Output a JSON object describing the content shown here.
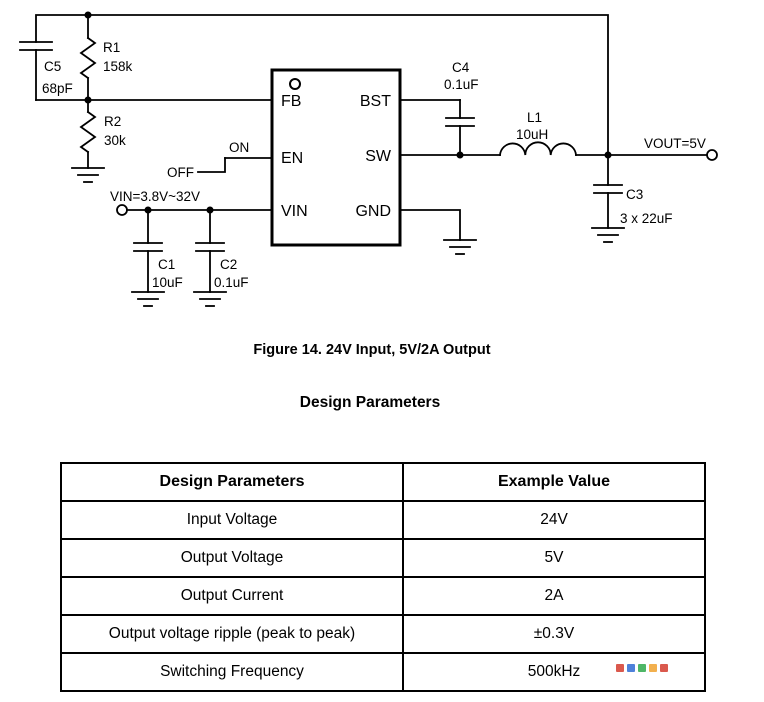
{
  "schematic": {
    "ic": {
      "pins_left": [
        "FB",
        "EN",
        "VIN"
      ],
      "pins_right": [
        "BST",
        "SW",
        "GND"
      ]
    },
    "components": {
      "c5": {
        "ref": "C5",
        "value": "68pF"
      },
      "r1": {
        "ref": "R1",
        "value": "158k"
      },
      "r2": {
        "ref": "R2",
        "value": "30k"
      },
      "c1": {
        "ref": "C1",
        "value": "10uF"
      },
      "c2": {
        "ref": "C2",
        "value": "0.1uF"
      },
      "c4": {
        "ref": "C4",
        "value": "0.1uF"
      },
      "l1": {
        "ref": "L1",
        "value": "10uH"
      },
      "c3": {
        "ref": "C3",
        "value": "3 x 22uF"
      }
    },
    "nets": {
      "vin_label": "VIN=3.8V~32V",
      "vout_label": "VOUT=5V",
      "en_on": "ON",
      "en_off": "OFF"
    }
  },
  "figure": {
    "caption": "Figure 14. 24V Input, 5V/2A Output"
  },
  "section": {
    "title": "Design Parameters"
  },
  "table": {
    "headers": [
      "Design Parameters",
      "Example Value"
    ],
    "rows": [
      {
        "param": "Input Voltage",
        "value": "24V"
      },
      {
        "param": "Output Voltage",
        "value": "5V"
      },
      {
        "param": "Output Current",
        "value": "2A"
      },
      {
        "param": "Output voltage ripple (peak to peak)",
        "value": "±0.3V"
      },
      {
        "param": "Switching Frequency",
        "value": "500kHz"
      }
    ]
  },
  "watermark": {
    "dots": [
      "#d43c2e",
      "#2f6bd3",
      "#2fa94c",
      "#f0a22f",
      "#d43c2e"
    ]
  }
}
